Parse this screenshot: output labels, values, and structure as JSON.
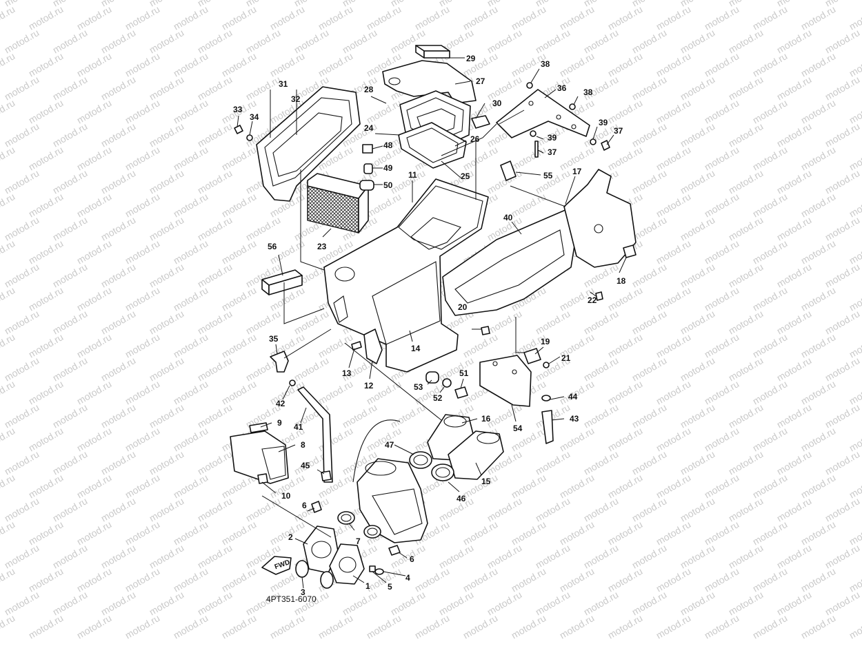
{
  "watermark": "motod.ru",
  "drawing_code": "4PT351-6070",
  "fwd_label": "FWD",
  "callouts": {
    "c1": "1",
    "c2": "2",
    "c3": "3",
    "c4": "4",
    "c5": "5",
    "c6a": "6",
    "c6b": "6",
    "c7": "7",
    "c8": "8",
    "c9": "9",
    "c10": "10",
    "c11": "11",
    "c12": "12",
    "c13": "13",
    "c14": "14",
    "c15": "15",
    "c16": "16",
    "c17": "17",
    "c18": "18",
    "c19": "19",
    "c20": "20",
    "c21": "21",
    "c22": "22",
    "c23": "23",
    "c24": "24",
    "c25": "25",
    "c26": "26",
    "c27": "27",
    "c28": "28",
    "c29": "29",
    "c30": "30",
    "c31": "31",
    "c32": "32",
    "c33": "33",
    "c34": "34",
    "c35": "35",
    "c36": "36",
    "c37a": "37",
    "c37b": "37",
    "c38a": "38",
    "c38b": "38",
    "c39a": "39",
    "c39b": "39",
    "c40": "40",
    "c41": "41",
    "c42": "42",
    "c43": "43",
    "c44": "44",
    "c45": "45",
    "c46": "46",
    "c47": "47",
    "c48": "48",
    "c49": "49",
    "c50": "50",
    "c51": "51",
    "c52": "52",
    "c53": "53",
    "c54": "54",
    "c55": "55",
    "c56": "56"
  }
}
